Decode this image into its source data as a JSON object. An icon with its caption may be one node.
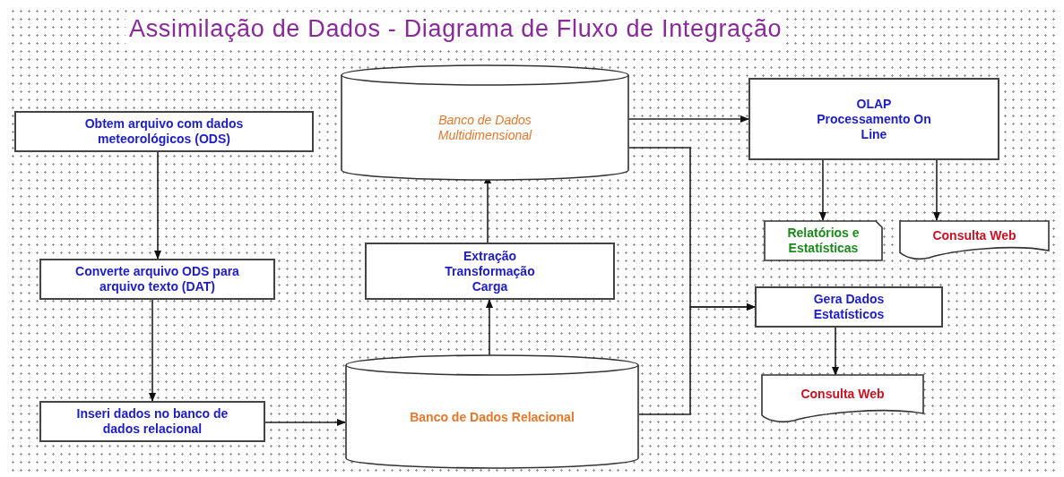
{
  "diagram": {
    "title": "Assimilação de Dados - Diagrama de Fluxo de Integração",
    "nodes": [
      {
        "text": [
          "Obtem arquivo com dados meteorológicos (ODS)"
        ]
      },
      {
        "text": [
          "Converte arquivo ODS para arquivo texto (DAT)"
        ]
      },
      {
        "text": [
          "Inseri dados no banco de dados relacional"
        ]
      },
      {
        "text": [
          "Banco de Dados Relacional"
        ]
      },
      {
        "text": [
          "Extração Transformação Carga"
        ]
      },
      {
        "text": [
          "Banco de Dados Multidimensional"
        ]
      },
      {
        "text": [
          "OLAP Processamento On Line"
        ]
      },
      {
        "text": [
          "Relatórios e Estatísticas"
        ]
      },
      {
        "text": [
          "Consulta Web"
        ]
      },
      {
        "text": [
          "Gera Dados Estatísticos"
        ]
      },
      {
        "text": [
          "Consulta Web"
        ]
      }
    ],
    "edges": [
      {
        "from": 0,
        "to": 1,
        "arrow": "to"
      },
      {
        "from": 1,
        "to": 2,
        "arrow": "to"
      },
      {
        "from": 2,
        "to": 3,
        "arrow": "to"
      },
      {
        "from": 3,
        "to": 4,
        "arrow": "to"
      },
      {
        "from": 4,
        "to": 5,
        "arrow": "to"
      },
      {
        "from": 5,
        "to": 6,
        "arrow": "to"
      },
      {
        "from": 6,
        "to": 7,
        "arrow": "to"
      },
      {
        "from": 6,
        "to": 8,
        "arrow": "to"
      },
      {
        "from": 5,
        "to": 9,
        "arrow": "to"
      },
      {
        "from": 3,
        "to": 9,
        "arrow": "to"
      },
      {
        "from": 9,
        "to": 10,
        "arrow": "to"
      }
    ]
  }
}
